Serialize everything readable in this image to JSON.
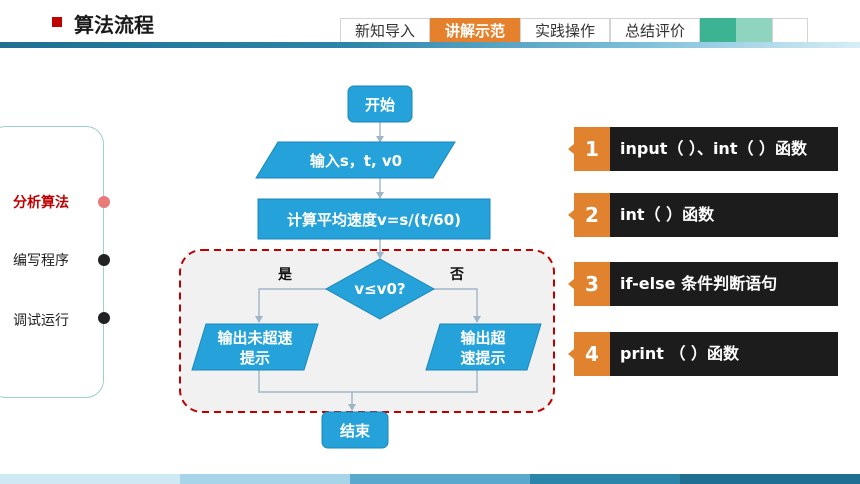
{
  "header": {
    "title": "算法流程",
    "tabs": [
      {
        "label": "新知导入",
        "active": false
      },
      {
        "label": "讲解示范",
        "active": true
      },
      {
        "label": "实践操作",
        "active": false
      },
      {
        "label": "总结评价",
        "active": false
      }
    ],
    "swatch_colors": [
      "#3cb392",
      "#8ed4be",
      "#ffffff"
    ]
  },
  "sidebar": {
    "items": [
      {
        "label": "分析算法",
        "active": true
      },
      {
        "label": "编写程序",
        "active": false
      },
      {
        "label": "调试运行",
        "active": false
      }
    ]
  },
  "flowchart": {
    "start": "开始",
    "input": "输入s，t, v0",
    "process": "计算平均速度v=s/(t/60)",
    "decision": "v≤v0?",
    "yes_label": "是",
    "no_label": "否",
    "output_yes_line1": "输出未超速",
    "output_yes_line2": "提示",
    "output_no_line1": "输出超",
    "output_no_line2": "速提示",
    "end": "结束"
  },
  "functions": [
    {
      "num": "1",
      "label": "input（ ）、int（ ）函数"
    },
    {
      "num": "2",
      "label": "int（ ）函数"
    },
    {
      "num": "3",
      "label": "if-else  条件判断语句"
    },
    {
      "num": "4",
      "label": "print （ ）函数"
    }
  ],
  "colors": {
    "accent_orange": "#e0822e",
    "flow_blue": "#26a2da",
    "dashed_red": "#c00000",
    "dark_bar": "#1c1c1c"
  }
}
